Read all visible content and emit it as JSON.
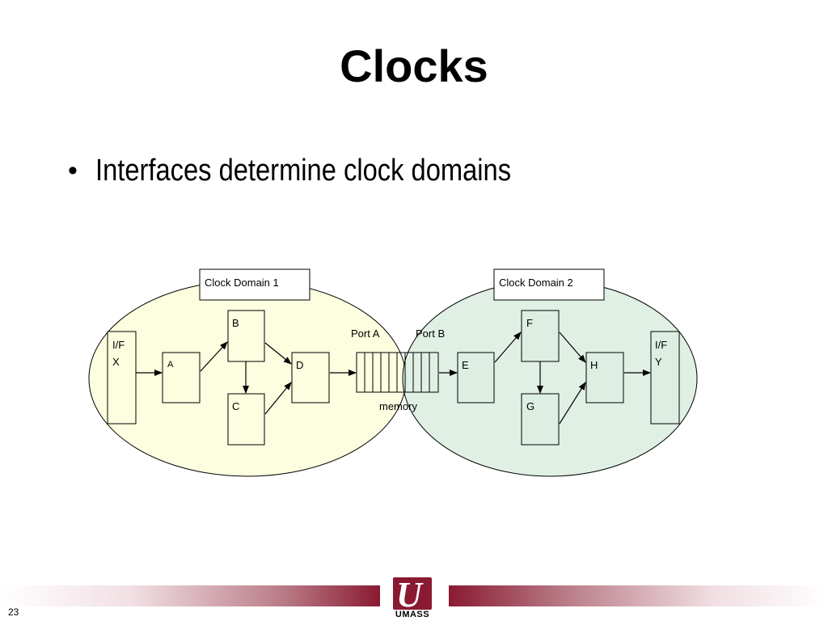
{
  "slide": {
    "title": "Clocks",
    "bullet": "Interfaces determine clock domains",
    "page_number": "23"
  },
  "diagram": {
    "domain1_label": "Clock Domain 1",
    "domain2_label": "Clock Domain 2",
    "if_x_line1": "I/F",
    "if_x_line2": "X",
    "if_y_line1": "I/F",
    "if_y_line2": "Y",
    "block_a": "A",
    "block_b": "B",
    "block_c": "C",
    "block_d": "D",
    "block_e": "E",
    "block_f": "F",
    "block_g": "G",
    "block_h": "H",
    "port_a": "Port A",
    "port_b": "Port B",
    "memory": "memory",
    "domain1_color": "#fdfde0",
    "domain2_color": "#ddefe3"
  },
  "footer": {
    "logo_text": "UMASS",
    "brand_color": "#8a1a32"
  }
}
